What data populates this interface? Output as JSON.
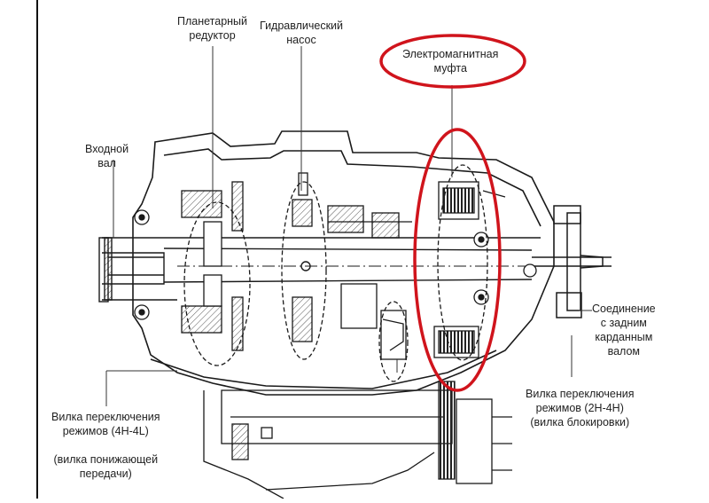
{
  "diagram": {
    "labels": {
      "planetary_reducer": [
        "Планетарный",
        "редуктор"
      ],
      "hydraulic_pump": [
        "Гидравлический",
        "насос"
      ],
      "electromagnetic_clutch": [
        "Электромагнитная",
        "муфта"
      ],
      "input_shaft": [
        "Входной",
        "вал"
      ],
      "rear_driveshaft_connection": [
        "Соединение",
        "с задним",
        "карданным",
        "валом"
      ],
      "shift_fork_2h_4h": [
        "Вилка переключения",
        "режимов (2H-4H)",
        "(вилка блокировки)"
      ],
      "shift_fork_4h_4l": [
        "Вилка переключения",
        "режимов (4H-4L)",
        "",
        "(вилка понижающей",
        "передачи)"
      ]
    },
    "colors": {
      "highlight": "#d0141c",
      "drawing": "#1a1a1a",
      "callout": "#333333",
      "hatch": "#555555"
    }
  }
}
